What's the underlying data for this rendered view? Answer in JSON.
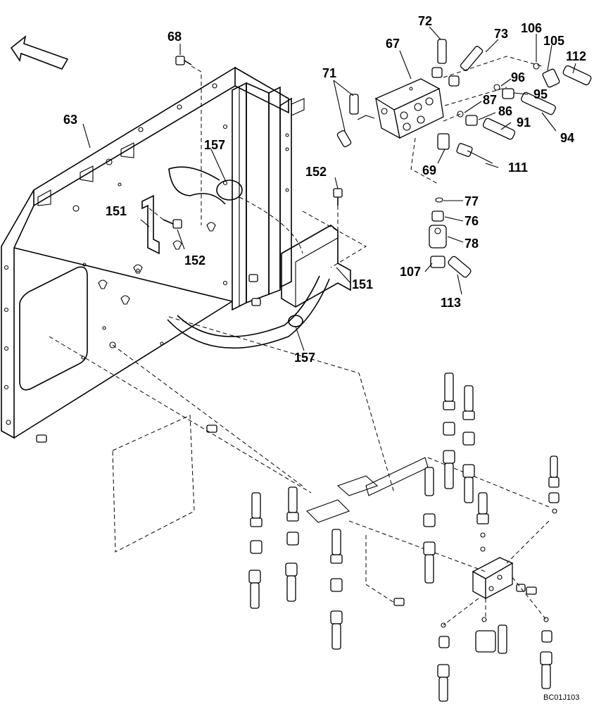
{
  "diagram_code": "BC01J103",
  "callouts": [
    {
      "id": "63",
      "label": "63"
    },
    {
      "id": "68",
      "label": "68"
    },
    {
      "id": "67",
      "label": "67"
    },
    {
      "id": "71",
      "label": "71"
    },
    {
      "id": "72",
      "label": "72"
    },
    {
      "id": "73",
      "label": "73"
    },
    {
      "id": "106",
      "label": "106"
    },
    {
      "id": "105",
      "label": "105"
    },
    {
      "id": "112",
      "label": "112"
    },
    {
      "id": "96",
      "label": "96"
    },
    {
      "id": "95",
      "label": "95"
    },
    {
      "id": "87",
      "label": "87"
    },
    {
      "id": "86",
      "label": "86"
    },
    {
      "id": "91",
      "label": "91"
    },
    {
      "id": "94",
      "label": "94"
    },
    {
      "id": "69",
      "label": "69"
    },
    {
      "id": "111",
      "label": "111"
    },
    {
      "id": "157a",
      "label": "157"
    },
    {
      "id": "157b",
      "label": "157"
    },
    {
      "id": "152a",
      "label": "152"
    },
    {
      "id": "152b",
      "label": "152"
    },
    {
      "id": "151a",
      "label": "151"
    },
    {
      "id": "151b",
      "label": "151"
    },
    {
      "id": "77",
      "label": "77"
    },
    {
      "id": "76",
      "label": "76"
    },
    {
      "id": "78",
      "label": "78"
    },
    {
      "id": "107",
      "label": "107"
    },
    {
      "id": "113",
      "label": "113"
    }
  ]
}
